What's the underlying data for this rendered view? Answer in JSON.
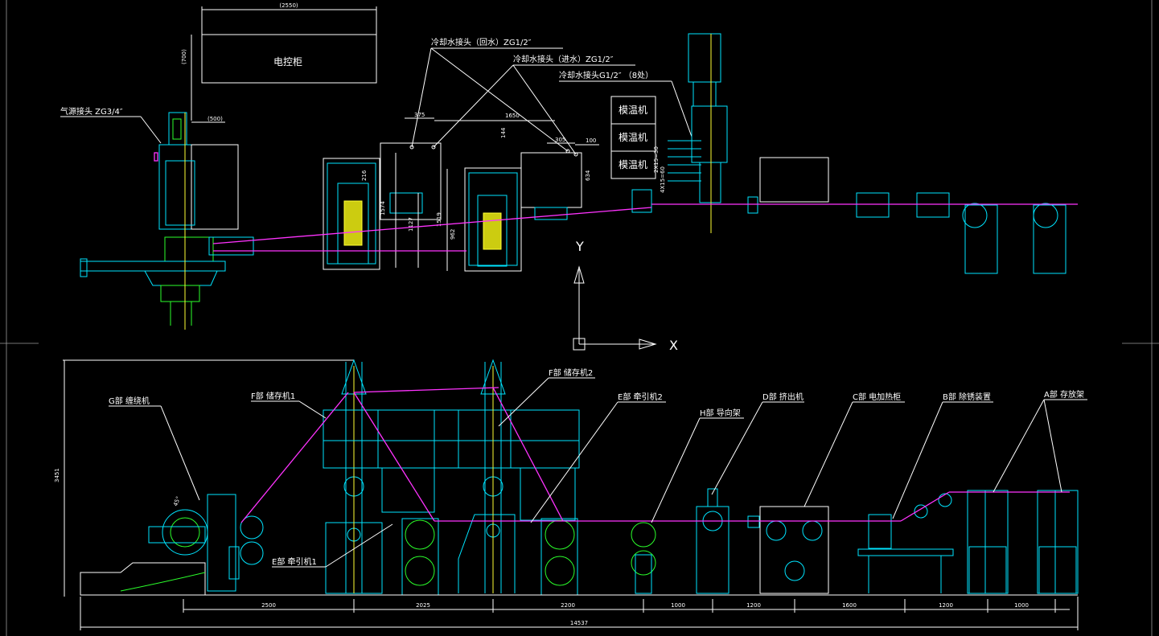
{
  "top_view": {
    "cabinet_label": "电控柜",
    "dim_cabinet_width": "(2550)",
    "dim_cabinet_height": "(700)",
    "dim_cabinet_offset": "(500)",
    "air_source_label": "气源接头 ZG3/4″",
    "cooling_return_label": "冷却水接头（回水）ZG1/2″",
    "cooling_inlet_label": "冷却水接头（进水）ZG1/2″",
    "cooling_8_label": "冷却水接头G1/2″ （8处）",
    "mold_temp_labels": [
      "模温机",
      "模温机",
      "模温机"
    ],
    "dims": {
      "d375": "375",
      "d1650": "1650",
      "d144": "144",
      "d305": "305",
      "d100": "100",
      "d634": "634",
      "d216": "216",
      "d1574": "1574",
      "d1127": "1127",
      "d1519": "1519",
      "d962": "962",
      "d2x15": "2X15=30",
      "d4x15": "4X15=60"
    }
  },
  "axes": {
    "y_label": "Y",
    "x_label": "X"
  },
  "side_view": {
    "labels": {
      "g": "G部 缠绕机",
      "f1": "F部 储存机1",
      "f2": "F部 储存机2",
      "e2": "E部 牵引机2",
      "h": "H部 导向架",
      "d": "D部 挤出机",
      "c": "C部 电加热柜",
      "b": "B部 除锈装置",
      "a": "A部 存放架",
      "e1": "E部 牵引机1"
    },
    "dims": {
      "height": "3451",
      "s1": "2500",
      "s2": "2025",
      "s3": "2200",
      "s4": "1000",
      "s5": "1200",
      "s6": "1600",
      "s7": "1200",
      "s8": "1000",
      "total": "14537",
      "angle": "45°"
    }
  },
  "colors": {
    "background": "#000000",
    "line_white": "#ffffff",
    "line_cyan": "#00e5ff",
    "line_green": "#2bff2b",
    "line_magenta": "#ff33ff",
    "line_yellow": "#ffff33"
  }
}
